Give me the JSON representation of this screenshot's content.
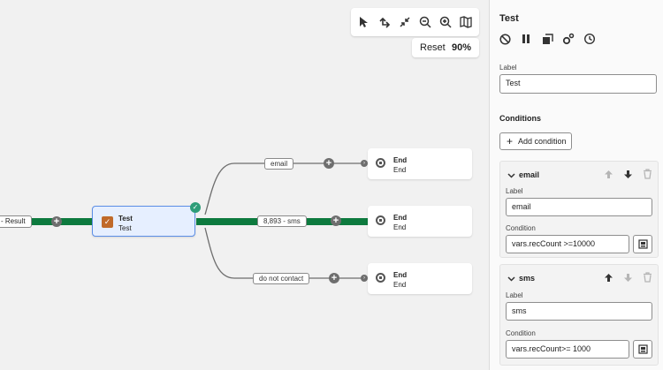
{
  "toolbar": {
    "icons": [
      "select-pointer-icon",
      "rotate-flow-icon",
      "collapse-icon",
      "zoom-out-icon",
      "zoom-in-icon",
      "minimap-icon"
    ],
    "reset_label": "Reset",
    "zoom_value": "90%"
  },
  "canvas": {
    "result_label": "- Result",
    "test_node": {
      "title": "Test",
      "subtitle": "Test"
    },
    "edges": [
      {
        "label": "email"
      },
      {
        "label": "8,893 - sms"
      },
      {
        "label": "do not contact"
      }
    ],
    "end_nodes": [
      {
        "title": "End",
        "subtitle": "End"
      },
      {
        "title": "End",
        "subtitle": "End"
      },
      {
        "title": "End",
        "subtitle": "End"
      }
    ],
    "colors": {
      "active_path": "#0d7a3e",
      "canvas_bg": "#f1f1f1",
      "test_icon": "#c06a2a",
      "selected_border": "#5b8ee6"
    }
  },
  "panel": {
    "title": "Test",
    "actions": [
      "disable-icon",
      "pause-icon",
      "copy-icon",
      "settings-icon",
      "history-icon"
    ],
    "label_caption": "Label",
    "label_value": "Test",
    "conditions_title": "Conditions",
    "add_condition": "Add condition",
    "conditions": [
      {
        "name": "email",
        "label_caption": "Label",
        "label_value": "email",
        "condition_caption": "Condition",
        "condition_value": "vars.recCount >=10000"
      },
      {
        "name": "sms",
        "label_caption": "Label",
        "label_value": "sms",
        "condition_caption": "Condition",
        "condition_value": "vars.recCount>= 1000"
      }
    ]
  }
}
